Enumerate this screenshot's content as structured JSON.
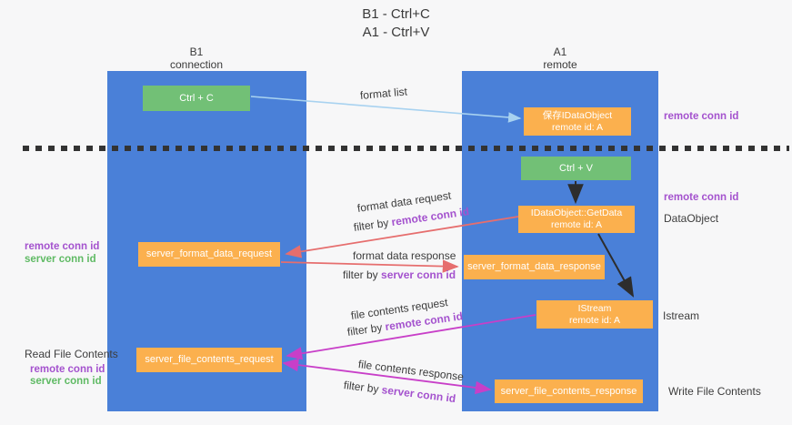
{
  "title": {
    "line1": "B1 - Ctrl+C",
    "line2": "A1 - Ctrl+V"
  },
  "columns": {
    "left": {
      "name": "B1",
      "role": "connection"
    },
    "right": {
      "name": "A1",
      "role": "remote"
    }
  },
  "boxes": {
    "ctrl_c": {
      "label": "Ctrl + C"
    },
    "ctrl_v": {
      "label": "Ctrl + V"
    },
    "save_idataobject": {
      "line1": "保存IDataObject",
      "line2": "remote id: A"
    },
    "getdata": {
      "line1": "IDataObject::GetData",
      "line2": "remote id: A"
    },
    "istream": {
      "line1": "IStream",
      "line2": "remote id: A"
    },
    "format_request": {
      "label": "server_format_data_request"
    },
    "format_response": {
      "label": "server_format_data_response"
    },
    "file_request": {
      "label": "server_file_contents_request"
    },
    "file_response": {
      "label": "server_file_contents_response"
    }
  },
  "annotations": {
    "right": {
      "remote_conn_top": "remote conn id",
      "remote_conn_mid": "remote conn id",
      "dataobject": "DataObject",
      "istream": "Istream",
      "write_file_contents": "Write File Contents"
    },
    "left": {
      "remote_conn_1": "remote conn id",
      "server_conn_1": "server conn id",
      "read_file_contents": "Read File Contents",
      "remote_conn_2": "remote conn id",
      "server_conn_2": "server conn id"
    }
  },
  "flows": {
    "format_list": "format list",
    "format_data_request": "format data request",
    "format_data_response": "format data response",
    "file_contents_request": "file contents request",
    "file_contents_response": "file contents response",
    "filter_by": "filter by",
    "remote_conn_id": "remote conn id",
    "server_conn_id": "server conn id"
  },
  "colors": {
    "panel_blue": "#4a80d8",
    "box_green": "#72c076",
    "box_orange": "#fbb04e",
    "accent_purple": "#a452ce",
    "accent_green": "#5fba64",
    "arrow_red": "#e66e6e",
    "arrow_magenta": "#c83fc8",
    "arrow_blue": "#a8d2f0",
    "arrow_black": "#2d2d2d"
  }
}
